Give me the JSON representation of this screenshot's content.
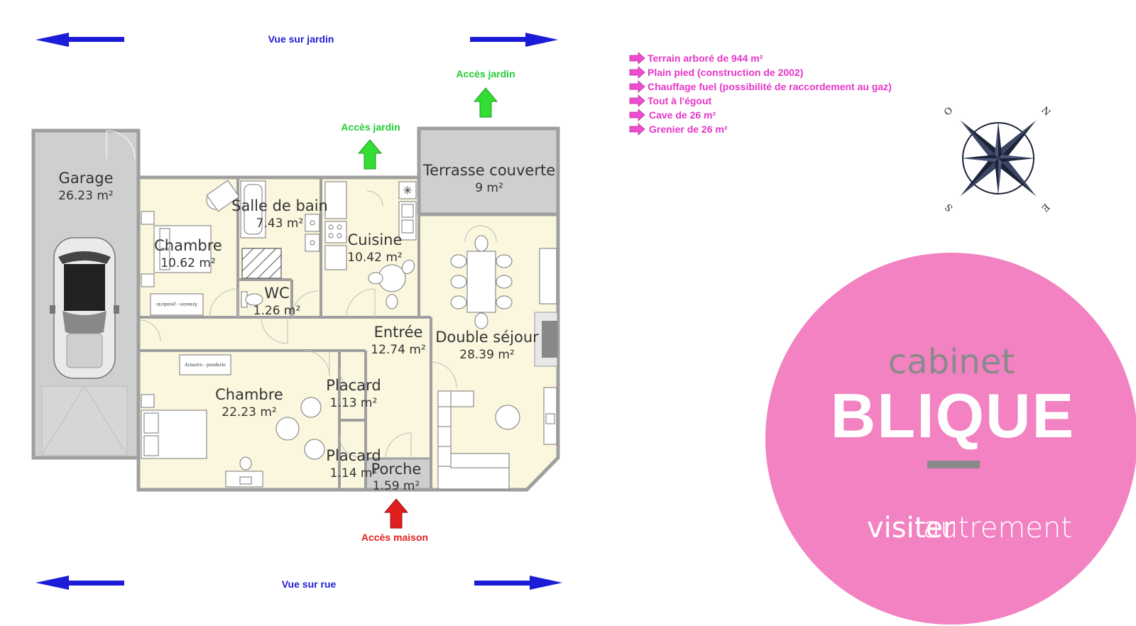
{
  "colors": {
    "floor": "#fbf6de",
    "wall": "#9f9f9f",
    "garage_floor": "#cfcfcf",
    "brand_pink": "#f282c1",
    "view_arrow": "#1c1cd8",
    "garden_arrow": "#33dd33",
    "entry_arrow": "#e01f1f",
    "feature_text": "#e535c8"
  },
  "views": {
    "top": "Vue sur jardin",
    "bottom": "Vue sur rue"
  },
  "access": {
    "garden_left": "Accès jardin",
    "garden_right": "Accès jardin",
    "house": "Accès maison"
  },
  "features": [
    "Terrain arboré de 944 m²",
    "Plain pied (construction de 2002)",
    "Chauffage fuel (possibilité de raccordement au gaz)",
    "Tout à l'égout",
    "Cave de 26 m²",
    "Grenier de 26 m²"
  ],
  "compass": {
    "n": "N",
    "o": "O",
    "s": "S",
    "e": "E"
  },
  "rooms": {
    "garage": {
      "name": "Garage",
      "area": "26.23 m²"
    },
    "terrasse": {
      "name": "Terrasse couverte",
      "area": "9 m²"
    },
    "salle_de_bain": {
      "name": "Salle de bain",
      "area": "7.43 m²"
    },
    "chambre_1": {
      "name": "Chambre",
      "area": "10.62 m²"
    },
    "cuisine": {
      "name": "Cuisine",
      "area": "10.42 m²"
    },
    "wc": {
      "name": "WC",
      "area": "1.26 m²"
    },
    "entree": {
      "name": "Entrée",
      "area": "12.74 m²"
    },
    "sejour": {
      "name": "Double séjour",
      "area": "28.39 m²"
    },
    "chambre_2": {
      "name": "Chambre",
      "area": "22.23 m²"
    },
    "placard_1": {
      "name": "Placard",
      "area": "1.13 m²"
    },
    "placard_2": {
      "name": "Placard",
      "area": "1.14 m²"
    },
    "porche": {
      "name": "Porche",
      "area": "1.59 m²"
    }
  },
  "furniture_labels": {
    "wardrobe_1": "Armoire - penderie",
    "wardrobe_2": "Armoire - penderie"
  },
  "logo": {
    "line1": "cabinet",
    "line2": "BLIQUE",
    "tagline_bold": "visiter",
    "tagline_light": "autrement"
  }
}
